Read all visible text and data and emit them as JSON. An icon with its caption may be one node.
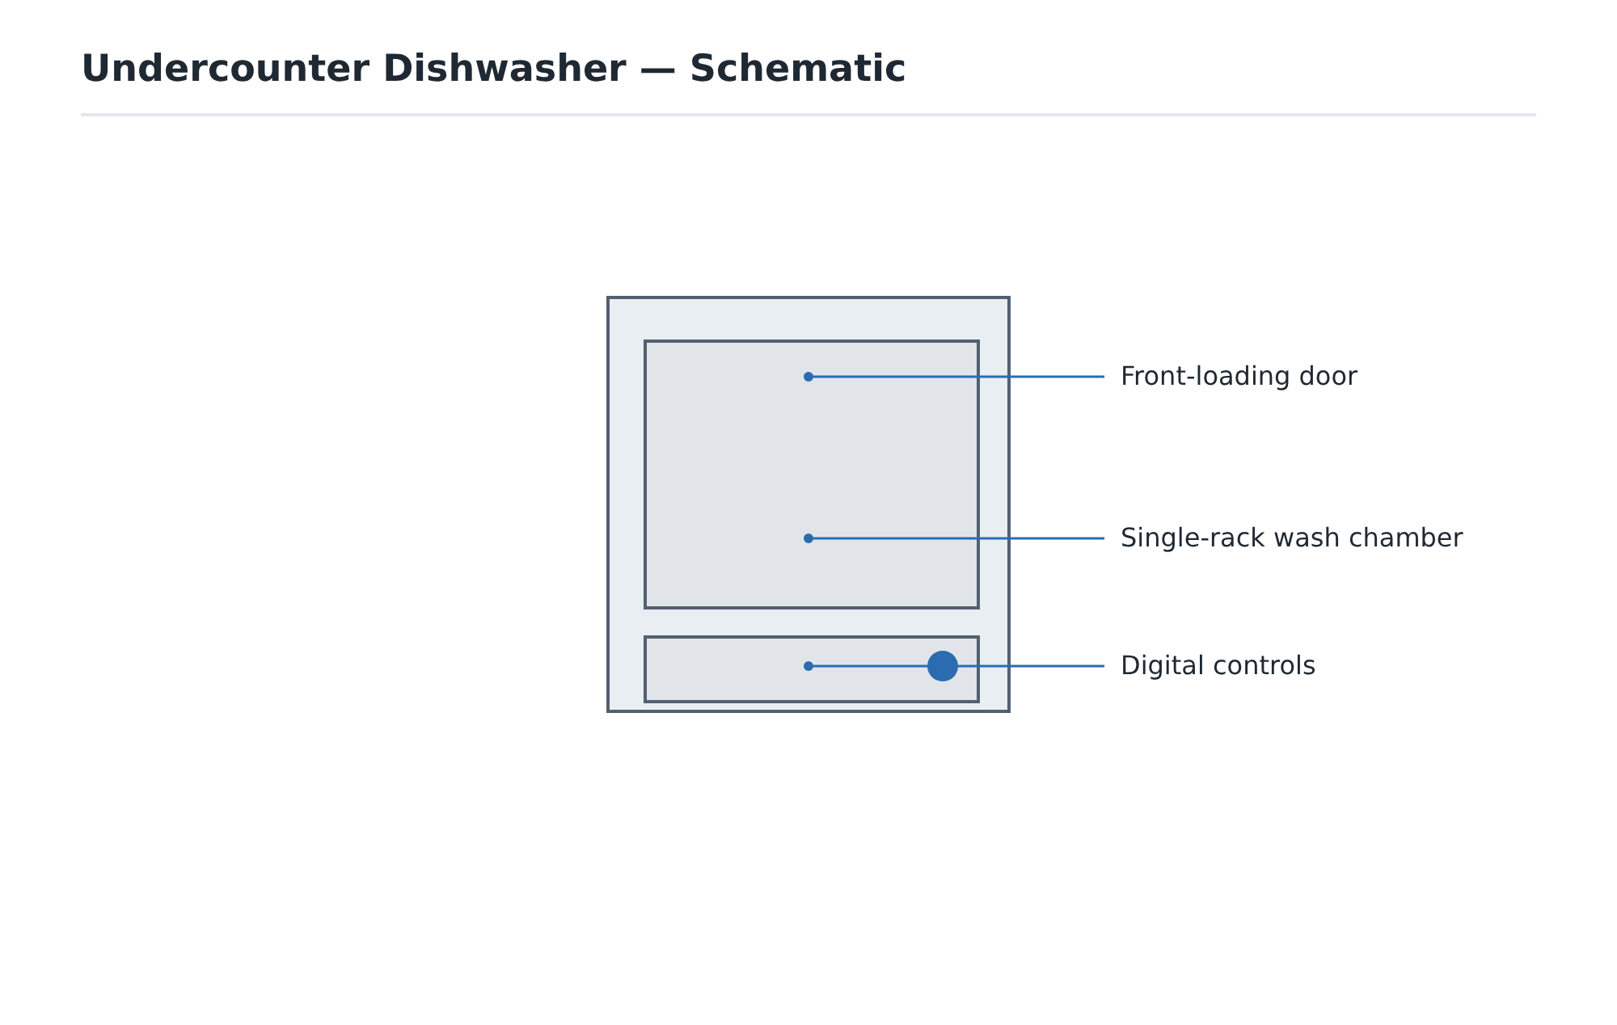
{
  "diagram": {
    "title": "Undercounter Dishwasher — Schematic",
    "nodes": [
      {
        "text": [],
        "shape": "box"
      },
      {
        "text": [],
        "shape": "box",
        "in": 0
      },
      {
        "text": [],
        "shape": "box",
        "in": 0
      },
      {
        "text": [
          "Front-loading door"
        ]
      },
      {
        "text": [
          "Single-rack wash chamber"
        ]
      },
      {
        "text": [
          "Digital controls"
        ]
      }
    ],
    "edges": [
      {
        "from": 3,
        "to": 1,
        "arrow": "other"
      },
      {
        "from": 4,
        "to": 1,
        "arrow": "other"
      },
      {
        "from": 5,
        "to": 2,
        "arrow": "other"
      }
    ]
  }
}
